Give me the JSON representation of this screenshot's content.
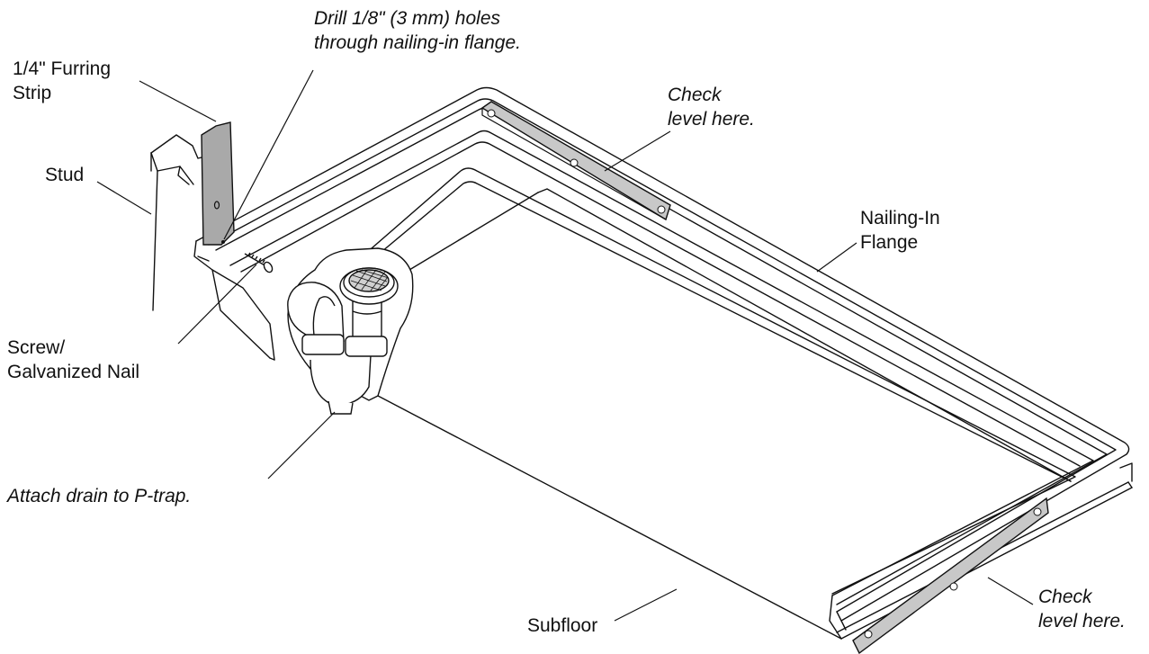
{
  "labels": {
    "drill_note": [
      "Drill 1/8\" (3 mm) holes",
      "through nailing-in flange."
    ],
    "furring_strip": [
      "1/4\" Furring",
      "Strip"
    ],
    "stud": "Stud",
    "screw_nail": [
      "Screw/",
      "Galvanized Nail"
    ],
    "attach_drain": "Attach drain to P-trap.",
    "check_level_top": [
      "Check",
      "level here."
    ],
    "nailing_in_flange": [
      "Nailing-In",
      "Flange"
    ],
    "check_level_bottom": [
      "Check",
      "level here."
    ],
    "subfloor": "Subfloor"
  },
  "colors": {
    "line": "#111111",
    "level_fill": "#c8c8c8",
    "strip_fill": "#a9a9a9",
    "pipe_fill": "#ffffff",
    "drain_grate": "#d0d0d0"
  }
}
